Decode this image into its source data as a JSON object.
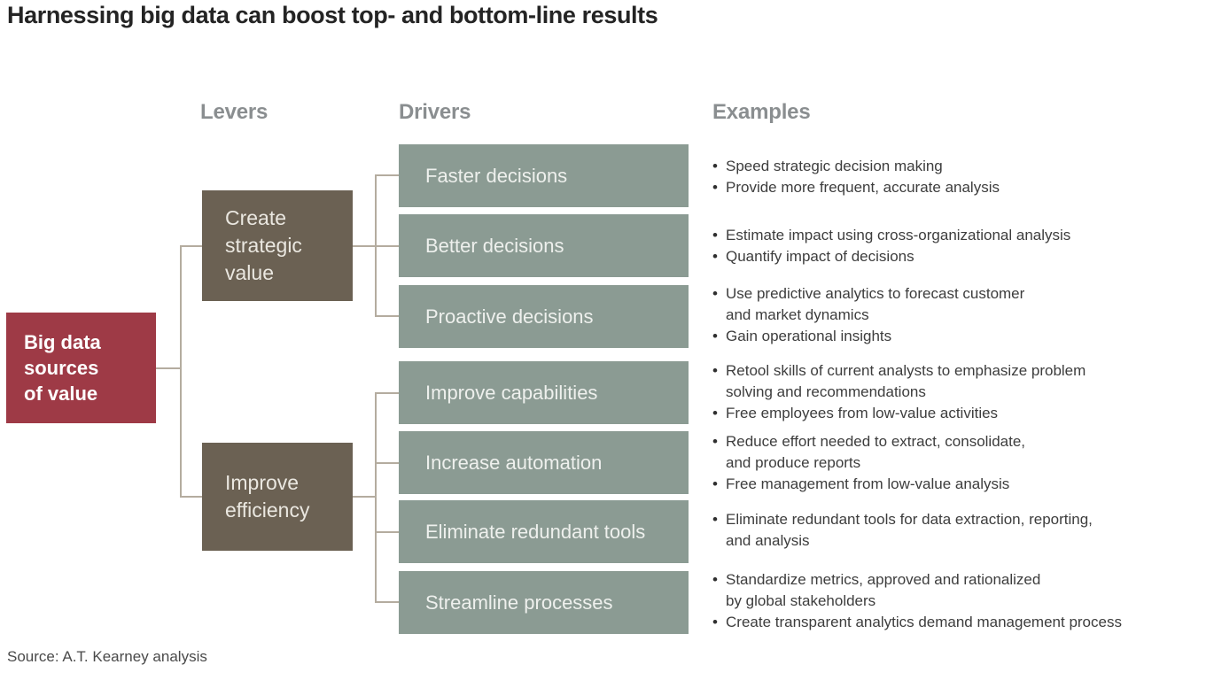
{
  "title": "Harnessing big data can boost top- and bottom-line results",
  "columns": {
    "levers": "Levers",
    "drivers": "Drivers",
    "examples": "Examples"
  },
  "root": {
    "label": "Big data\nsources\nof value"
  },
  "levers": [
    {
      "label": "Create\nstrategic\nvalue"
    },
    {
      "label": "Improve\nefficiency"
    }
  ],
  "drivers": [
    {
      "label": "Faster decisions"
    },
    {
      "label": "Better decisions"
    },
    {
      "label": "Proactive decisions"
    },
    {
      "label": "Improve capabilities"
    },
    {
      "label": "Increase automation"
    },
    {
      "label": "Eliminate redundant tools"
    },
    {
      "label": "Streamline processes"
    }
  ],
  "examples": {
    "groups": [
      {
        "bullets": [
          "Speed strategic decision making",
          "Provide more frequent, accurate analysis"
        ]
      },
      {
        "bullets": [
          "Estimate impact using cross-organizational analysis",
          "Quantify impact of decisions"
        ]
      },
      {
        "bullets": [
          "Use predictive analytics to forecast customer\nand market dynamics",
          "Gain operational insights"
        ]
      },
      {
        "bullets": [
          "Retool skills of current analysts to emphasize problem\nsolving and recommendations",
          "Free employees from low-value activities"
        ]
      },
      {
        "bullets": [
          "Reduce effort needed to extract, consolidate,\nand produce reports",
          "Free management from low-value analysis"
        ]
      },
      {
        "bullets": [
          "Eliminate redundant tools for data extraction, reporting,\nand analysis"
        ]
      },
      {
        "bullets": [
          "Standardize metrics, approved and rationalized\nby global stakeholders",
          "Create transparent analytics demand management process"
        ]
      }
    ]
  },
  "source": "Source: A.T. Kearney analysis",
  "colors": {
    "root_box": "#9e3a46",
    "lever_box": "#6b6153",
    "driver_box": "#8b9b93",
    "connector": "#b4ac9f",
    "column_heading": "#8a8e90"
  }
}
